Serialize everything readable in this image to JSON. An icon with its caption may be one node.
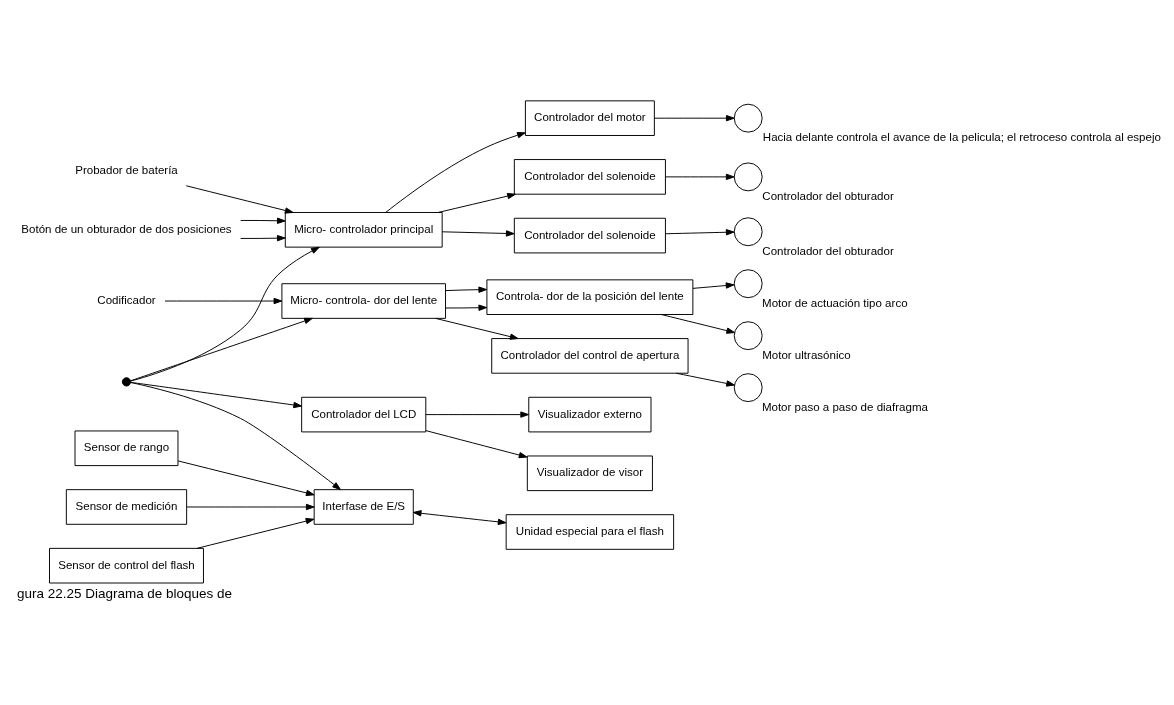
{
  "diagram": {
    "caption": "gura 22.25 Diagrama de bloques de",
    "nodes": [
      {
        "text": [
          "Micro- controlador principal"
        ]
      },
      {
        "text": [
          "Botón de un obturador de dos posiciones"
        ]
      },
      {
        "text": [
          "Probador de batería"
        ]
      },
      {
        "text": [
          "Controlador del motor"
        ]
      },
      {
        "text": [],
        "shape": "circle",
        "beside": [
          "Hacia delante controla el avance de la pelicula; el retroceso controla al espejo"
        ]
      },
      {
        "text": [
          "Controlador del solenoide"
        ]
      },
      {
        "text": [],
        "shape": "circle",
        "beside": [
          "Controlador del obturador"
        ]
      },
      {
        "text": [
          "Controlador del solenoide"
        ]
      },
      {
        "text": [],
        "shape": "circle",
        "beside": [
          "Controlador del obturador"
        ]
      },
      {
        "text": [],
        "shape": "dot"
      },
      {
        "text": [
          "Micro- controla- dor del lente"
        ]
      },
      {
        "text": [
          "Controla- dor de la posición del lente"
        ]
      },
      {
        "text": [],
        "shape": "circle",
        "beside": [
          "Motor de actuación tipo arco"
        ]
      },
      {
        "text": [],
        "shape": "circle",
        "beside": [
          "Motor ultrasónico"
        ]
      },
      {
        "text": [
          "Codificador"
        ]
      },
      {
        "text": [
          "Controlador del control de apertura"
        ]
      },
      {
        "text": [],
        "shape": "circle",
        "beside": [
          "Motor paso a paso de diafragma"
        ]
      },
      {
        "text": [
          "Controlador del LCD"
        ]
      },
      {
        "text": [
          "Visualizador externo"
        ]
      },
      {
        "text": [
          "Visualizador de visor"
        ]
      },
      {
        "text": [
          "Interfase de E/S"
        ]
      },
      {
        "text": [
          "Sensor de rango"
        ]
      },
      {
        "text": [
          "Sensor de medición"
        ]
      },
      {
        "text": [
          "Sensor de control del flash"
        ]
      },
      {
        "text": [
          "Unidad especial para el flash"
        ]
      }
    ],
    "edges": [
      {
        "from": 1,
        "to": 0,
        "arrow": "to"
      },
      {
        "from": 1,
        "to": 0,
        "arrow": "to"
      },
      {
        "from": 2,
        "to": 0,
        "arrow": "to"
      },
      {
        "from": 0,
        "to": 3,
        "arrow": "to"
      },
      {
        "from": 3,
        "to": 4,
        "arrow": "to"
      },
      {
        "from": 0,
        "to": 5,
        "arrow": "to"
      },
      {
        "from": 5,
        "to": 6,
        "arrow": "to"
      },
      {
        "from": 0,
        "to": 7,
        "arrow": "to"
      },
      {
        "from": 7,
        "to": 8,
        "arrow": "to"
      },
      {
        "from": 9,
        "to": 0,
        "arrow": "to"
      },
      {
        "from": 9,
        "to": 10,
        "arrow": "to"
      },
      {
        "from": 9,
        "to": 17,
        "arrow": "to"
      },
      {
        "from": 9,
        "to": 20,
        "arrow": "to"
      },
      {
        "from": 10,
        "to": 11,
        "arrow": "to"
      },
      {
        "from": 10,
        "to": 11,
        "arrow": "to"
      },
      {
        "from": 11,
        "to": 12,
        "arrow": "to"
      },
      {
        "from": 11,
        "to": 13,
        "arrow": "to"
      },
      {
        "from": 14,
        "to": 10,
        "arrow": "to"
      },
      {
        "from": 10,
        "to": 15,
        "arrow": "to"
      },
      {
        "from": 15,
        "to": 16,
        "arrow": "to"
      },
      {
        "from": 17,
        "to": 18,
        "arrow": "to"
      },
      {
        "from": 17,
        "to": 19,
        "arrow": "to"
      },
      {
        "from": 21,
        "to": 20,
        "arrow": "to"
      },
      {
        "from": 22,
        "to": 20,
        "arrow": "to"
      },
      {
        "from": 23,
        "to": 20,
        "arrow": "to"
      },
      {
        "from": 20,
        "to": 24,
        "arrow": "both"
      }
    ]
  }
}
